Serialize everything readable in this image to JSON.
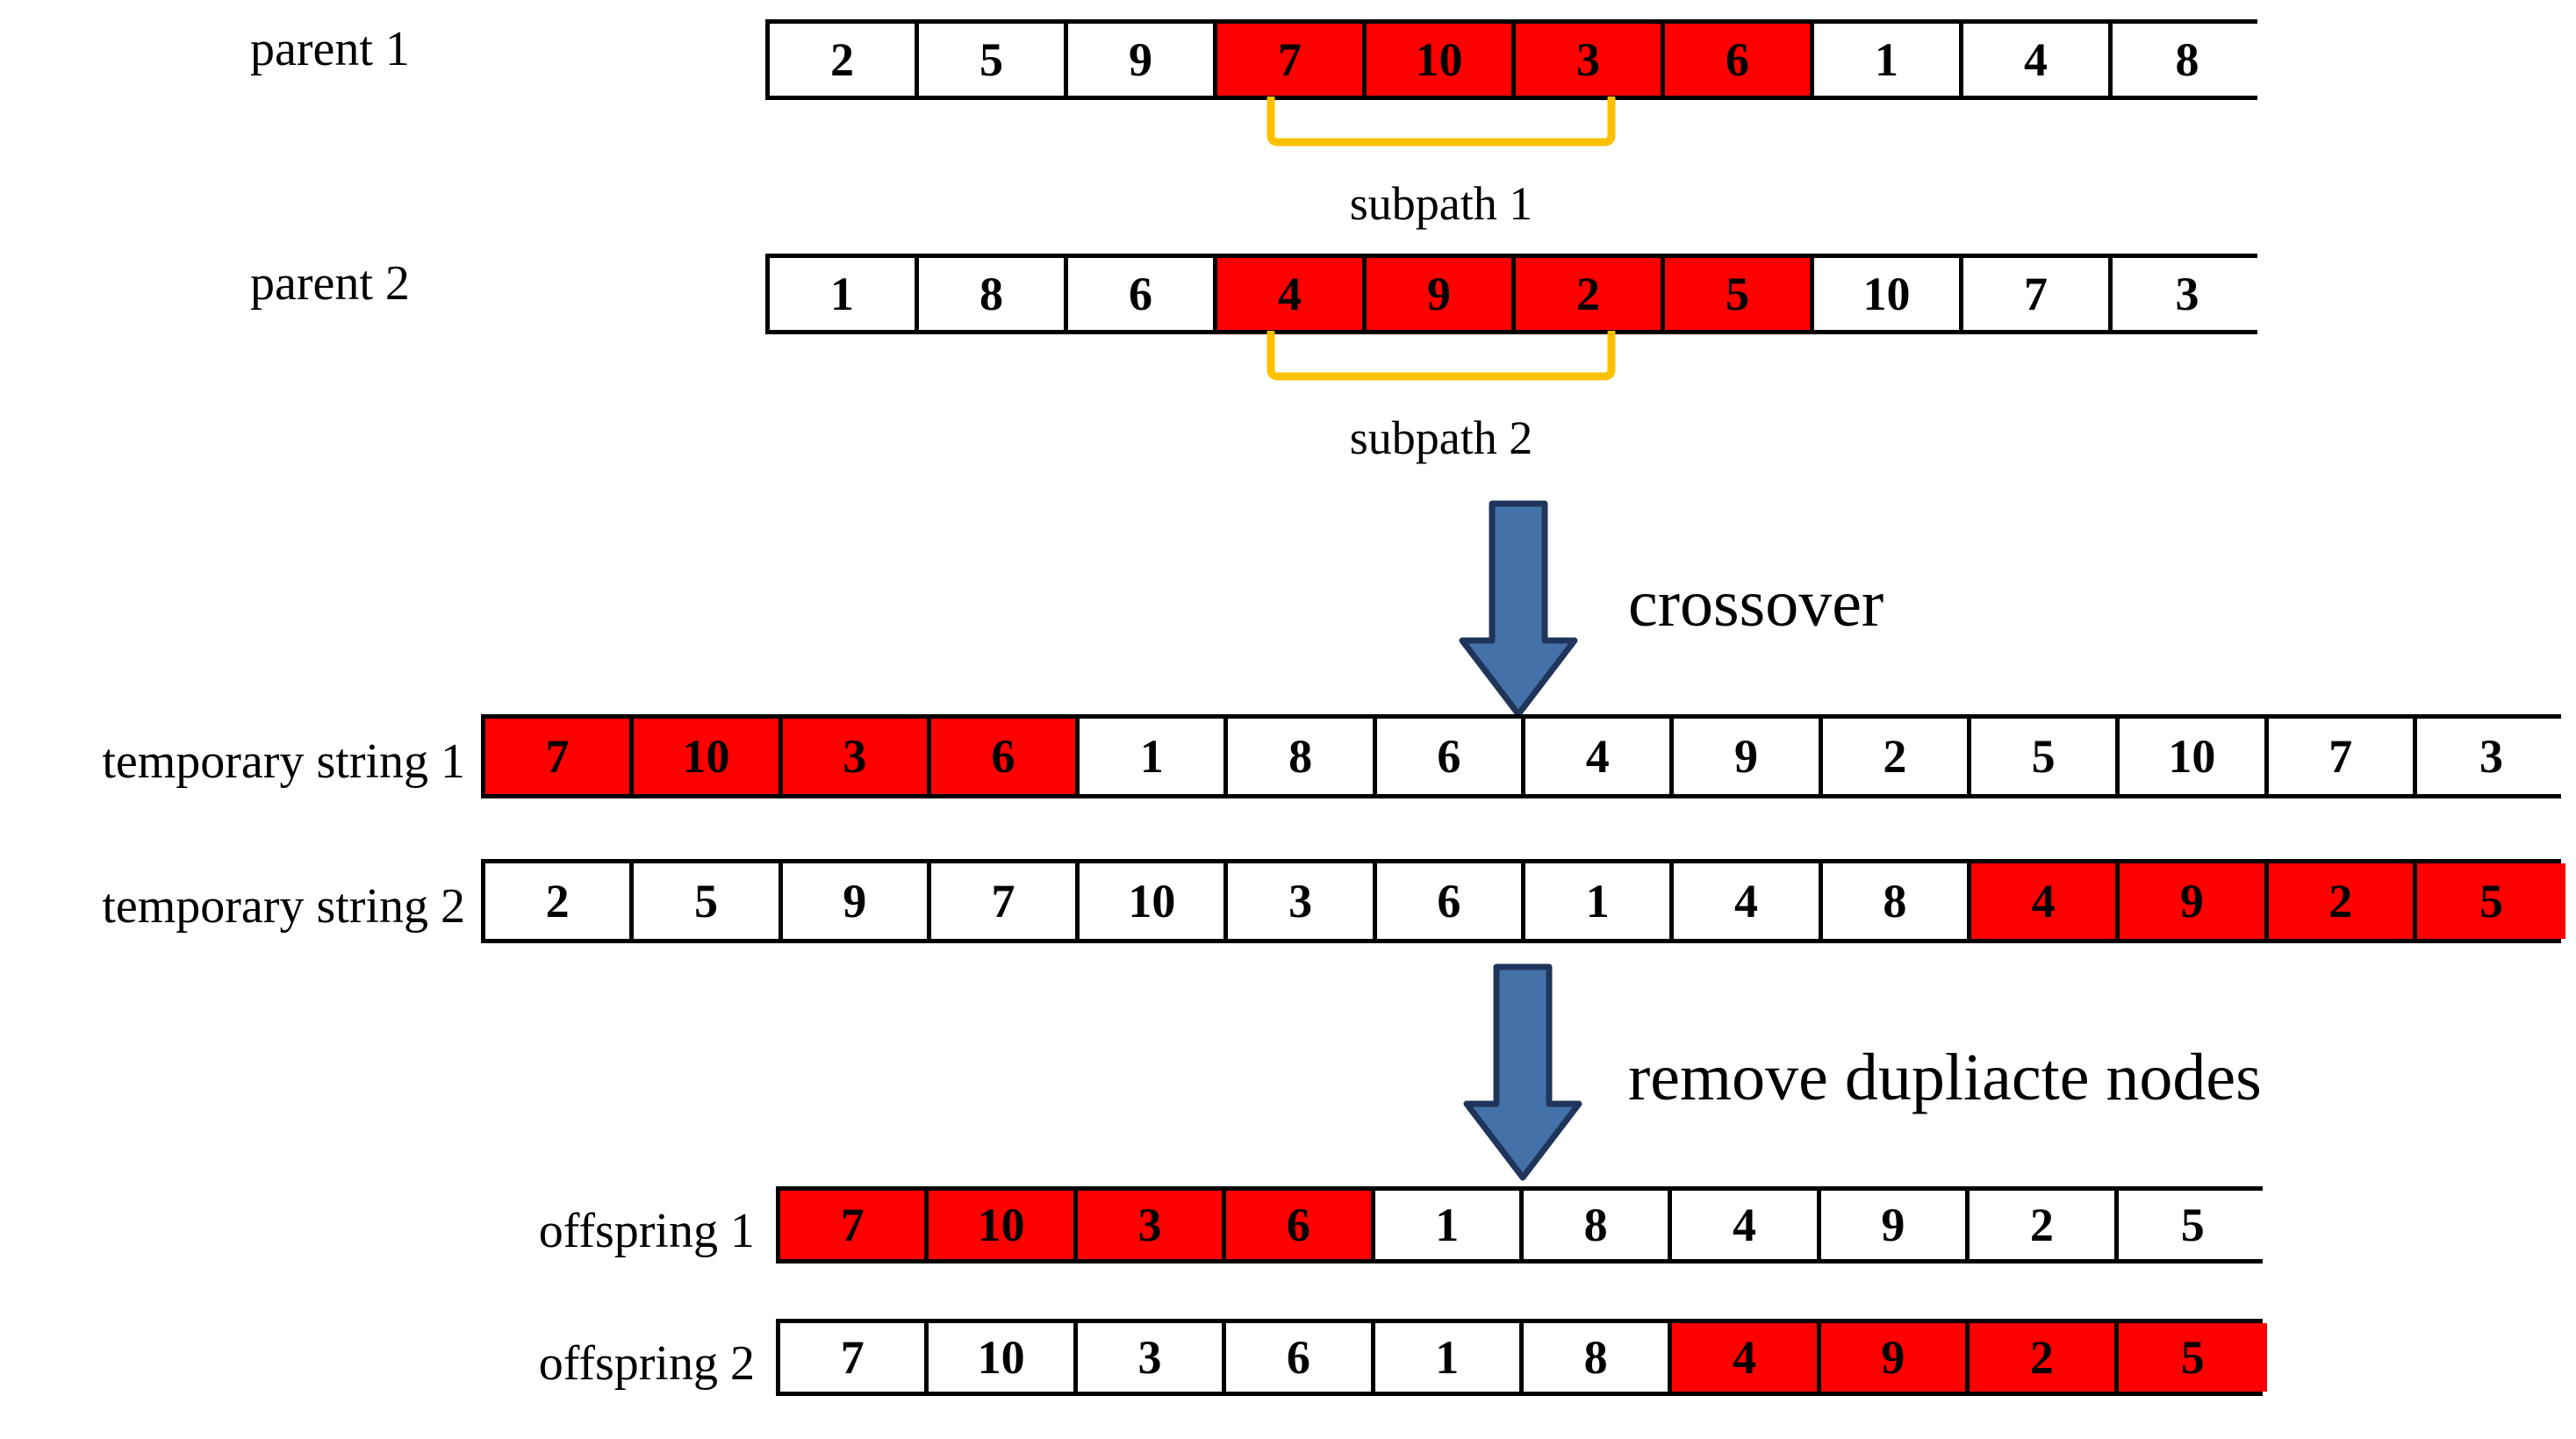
{
  "colors": {
    "highlight": "#FF0000",
    "bracket": "#FFC000",
    "arrow_fill": "#4472A8",
    "arrow_stroke": "#20355B",
    "border": "#000000",
    "cell_bg": "#FFFFFF",
    "text": "#000000"
  },
  "rows": {
    "parent1": {
      "label": "parent 1",
      "cells": [
        {
          "value": "2",
          "highlight": false
        },
        {
          "value": "5",
          "highlight": false
        },
        {
          "value": "9",
          "highlight": false
        },
        {
          "value": "7",
          "highlight": true
        },
        {
          "value": "10",
          "highlight": true
        },
        {
          "value": "3",
          "highlight": true
        },
        {
          "value": "6",
          "highlight": true
        },
        {
          "value": "1",
          "highlight": false
        },
        {
          "value": "4",
          "highlight": false
        },
        {
          "value": "8",
          "highlight": false
        }
      ]
    },
    "parent2": {
      "label": "parent 2",
      "cells": [
        {
          "value": "1",
          "highlight": false
        },
        {
          "value": "8",
          "highlight": false
        },
        {
          "value": "6",
          "highlight": false
        },
        {
          "value": "4",
          "highlight": true
        },
        {
          "value": "9",
          "highlight": true
        },
        {
          "value": "2",
          "highlight": true
        },
        {
          "value": "5",
          "highlight": true
        },
        {
          "value": "10",
          "highlight": false
        },
        {
          "value": "7",
          "highlight": false
        },
        {
          "value": "3",
          "highlight": false
        }
      ]
    },
    "temp1": {
      "label": "temporary string 1",
      "cells": [
        {
          "value": "7",
          "highlight": true
        },
        {
          "value": "10",
          "highlight": true
        },
        {
          "value": "3",
          "highlight": true
        },
        {
          "value": "6",
          "highlight": true
        },
        {
          "value": "1",
          "highlight": false
        },
        {
          "value": "8",
          "highlight": false
        },
        {
          "value": "6",
          "highlight": false
        },
        {
          "value": "4",
          "highlight": false
        },
        {
          "value": "9",
          "highlight": false
        },
        {
          "value": "2",
          "highlight": false
        },
        {
          "value": "5",
          "highlight": false
        },
        {
          "value": "10",
          "highlight": false
        },
        {
          "value": "7",
          "highlight": false
        },
        {
          "value": "3",
          "highlight": false
        }
      ]
    },
    "temp2": {
      "label": "temporary string 2",
      "cells": [
        {
          "value": "2",
          "highlight": false
        },
        {
          "value": "5",
          "highlight": false
        },
        {
          "value": "9",
          "highlight": false
        },
        {
          "value": "7",
          "highlight": false
        },
        {
          "value": "10",
          "highlight": false
        },
        {
          "value": "3",
          "highlight": false
        },
        {
          "value": "6",
          "highlight": false
        },
        {
          "value": "1",
          "highlight": false
        },
        {
          "value": "4",
          "highlight": false
        },
        {
          "value": "8",
          "highlight": false
        },
        {
          "value": "4",
          "highlight": true
        },
        {
          "value": "9",
          "highlight": true
        },
        {
          "value": "2",
          "highlight": true
        },
        {
          "value": "5",
          "highlight": true
        }
      ]
    },
    "offspring1": {
      "label": "offspring 1",
      "cells": [
        {
          "value": "7",
          "highlight": true
        },
        {
          "value": "10",
          "highlight": true
        },
        {
          "value": "3",
          "highlight": true
        },
        {
          "value": "6",
          "highlight": true
        },
        {
          "value": "1",
          "highlight": false
        },
        {
          "value": "8",
          "highlight": false
        },
        {
          "value": "4",
          "highlight": false
        },
        {
          "value": "9",
          "highlight": false
        },
        {
          "value": "2",
          "highlight": false
        },
        {
          "value": "5",
          "highlight": false
        }
      ]
    },
    "offspring2": {
      "label": "offspring 2",
      "cells": [
        {
          "value": "7",
          "highlight": false
        },
        {
          "value": "10",
          "highlight": false
        },
        {
          "value": "3",
          "highlight": false
        },
        {
          "value": "6",
          "highlight": false
        },
        {
          "value": "1",
          "highlight": false
        },
        {
          "value": "8",
          "highlight": false
        },
        {
          "value": "4",
          "highlight": true
        },
        {
          "value": "9",
          "highlight": true
        },
        {
          "value": "2",
          "highlight": true
        },
        {
          "value": "5",
          "highlight": true
        }
      ]
    }
  },
  "captions": {
    "subpath1": "subpath 1",
    "subpath2": "subpath 2"
  },
  "stage_labels": {
    "crossover": "crossover",
    "remove_duplicates": "remove dupliacte nodes"
  }
}
